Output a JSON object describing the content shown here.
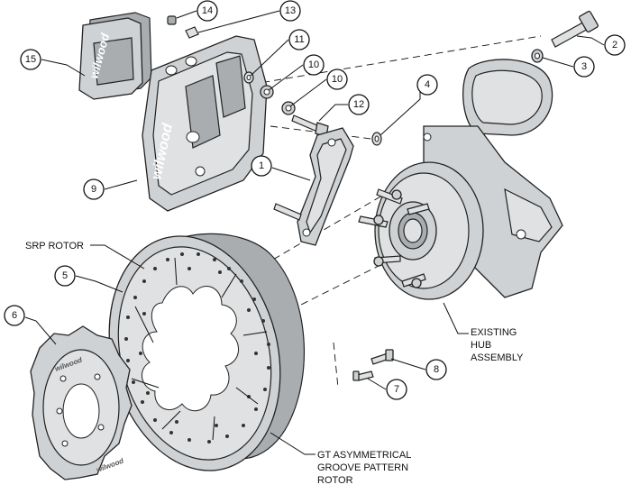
{
  "callouts": [
    "1",
    "2",
    "3",
    "4",
    "5",
    "6",
    "7",
    "8",
    "9",
    "10",
    "10",
    "11",
    "12",
    "13",
    "14",
    "15"
  ],
  "notes": {
    "srp_rotor": "SRP ROTOR",
    "existing_hub_1": "EXISTING",
    "existing_hub_2": "HUB",
    "existing_hub_3": "ASSEMBLY",
    "gt_1": "GT ASYMMETRICAL",
    "gt_2": "GROOVE PATTERN",
    "gt_3": "ROTOR"
  },
  "branding": {
    "logo_text": "wilwood"
  },
  "colors": {
    "line": "#222222",
    "metal": "#cfd2d4",
    "background": "#ffffff"
  }
}
